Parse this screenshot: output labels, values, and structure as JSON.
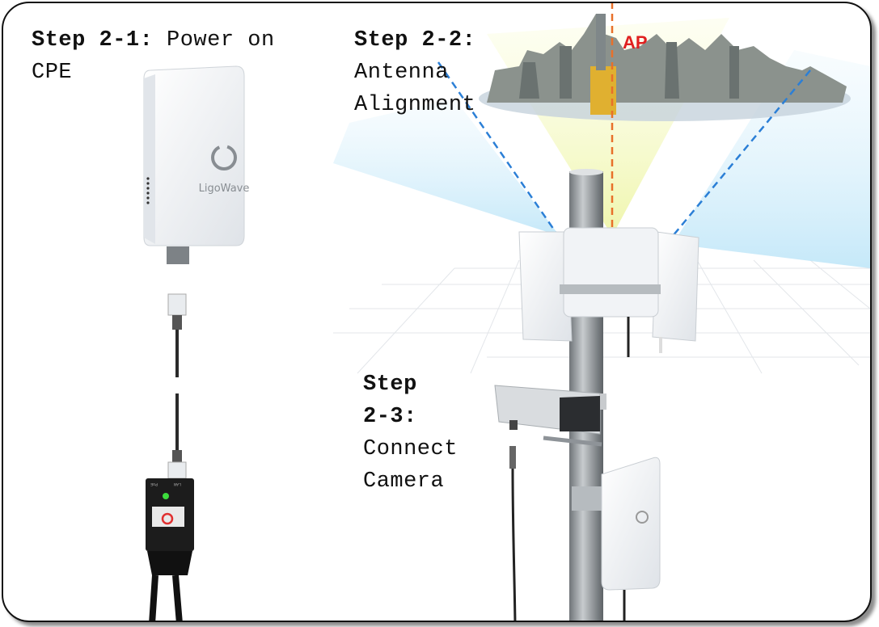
{
  "steps": [
    {
      "step": "Step 2-1:",
      "text": "Power on CPE",
      "line2": "CPE",
      "line1": "Power on"
    },
    {
      "step": "Step 2-2:",
      "line1": "Antenna",
      "line2": "Alignment"
    },
    {
      "step_a": "Step",
      "step_b": "2-3:",
      "line1": "Connect",
      "line2": "Camera"
    }
  ],
  "device_brand": "LigoWave",
  "ap_label": "AP",
  "poe_labels": {
    "left": "PoE",
    "right": "LAN"
  },
  "colors": {
    "ap_red": "#e02020",
    "beam_blue": "#bfe6f8",
    "beam_yellow": "#eef5a8",
    "dash_blue": "#2b7fd6",
    "dash_orange": "#e8702a",
    "led_green": "#3cdc3c"
  }
}
